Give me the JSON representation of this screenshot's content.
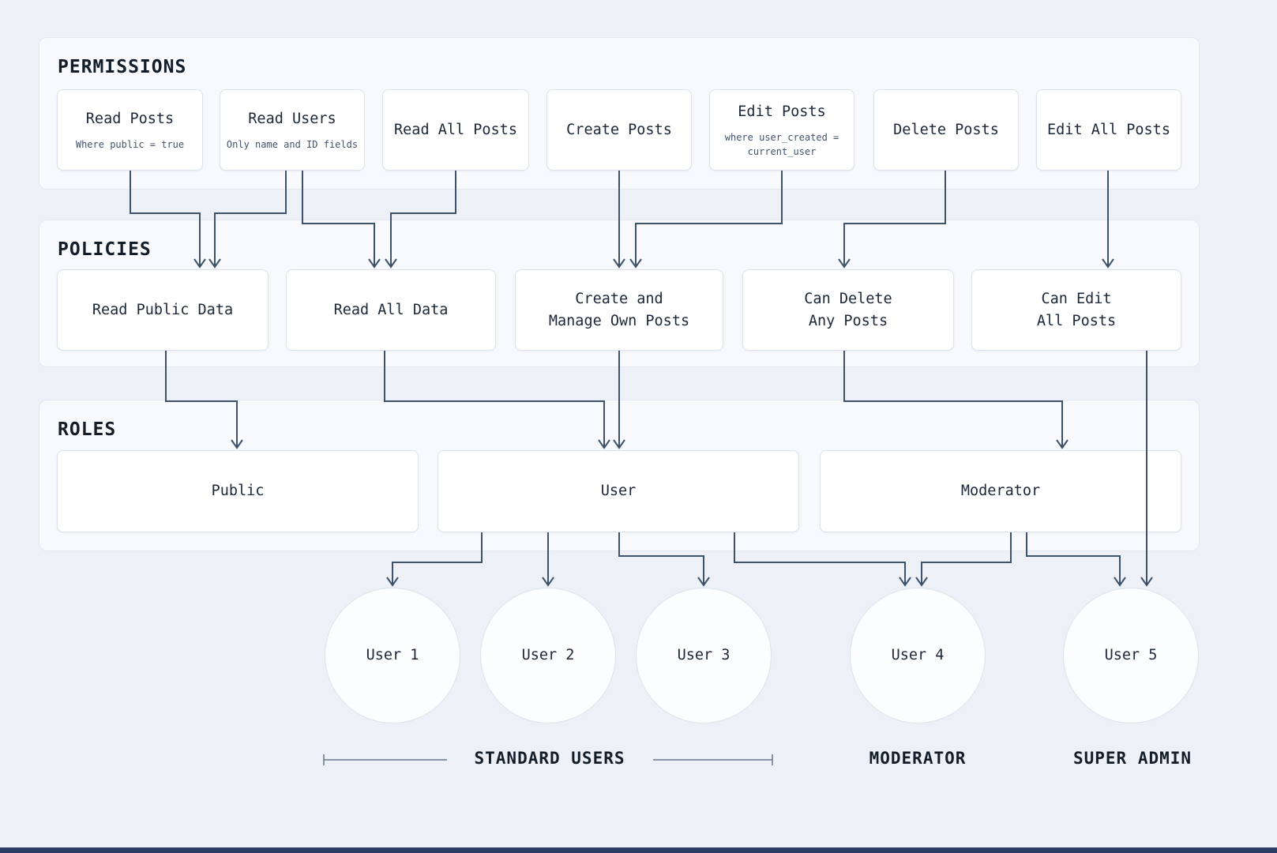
{
  "titles": {
    "permissions": "PERMISSIONS",
    "policies": "POLICIES",
    "roles": "ROLES"
  },
  "permissions": [
    {
      "label": "Read Posts",
      "note": "Where public = true"
    },
    {
      "label": "Read Users",
      "note": "Only name and ID fields"
    },
    {
      "label": "Read All Posts"
    },
    {
      "label": "Create Posts"
    },
    {
      "label": "Edit Posts",
      "note": "where user_created =\ncurrent_user"
    },
    {
      "label": "Delete Posts"
    },
    {
      "label": "Edit All Posts"
    }
  ],
  "policies": [
    {
      "label": "Read Public Data"
    },
    {
      "label": "Read All Data"
    },
    {
      "label": "Create and\nManage Own Posts"
    },
    {
      "label": "Can Delete\nAny Posts"
    },
    {
      "label": "Can Edit\nAll Posts"
    }
  ],
  "roles": [
    {
      "label": "Public"
    },
    {
      "label": "User"
    },
    {
      "label": "Moderator"
    }
  ],
  "users": [
    {
      "label": "User 1"
    },
    {
      "label": "User 2"
    },
    {
      "label": "User 3"
    },
    {
      "label": "User 4"
    },
    {
      "label": "User 5"
    }
  ],
  "groups": [
    {
      "label": "STANDARD USERS"
    },
    {
      "label": "MODERATOR"
    },
    {
      "label": "SUPER ADMIN"
    }
  ],
  "edges": [
    {
      "from": "Read Posts",
      "to": "Read Public Data"
    },
    {
      "from": "Read Users",
      "to": "Read Public Data"
    },
    {
      "from": "Read Users",
      "to": "Read All Data"
    },
    {
      "from": "Read All Posts",
      "to": "Read All Data"
    },
    {
      "from": "Create Posts",
      "to": "Create and Manage Own Posts"
    },
    {
      "from": "Edit Posts",
      "to": "Create and Manage Own Posts"
    },
    {
      "from": "Delete Posts",
      "to": "Can Delete Any Posts"
    },
    {
      "from": "Edit All Posts",
      "to": "Can Edit All Posts"
    },
    {
      "from": "Read Public Data",
      "to": "Public"
    },
    {
      "from": "Read All Data",
      "to": "User"
    },
    {
      "from": "Create and Manage Own Posts",
      "to": "User"
    },
    {
      "from": "Can Delete Any Posts",
      "to": "Moderator"
    },
    {
      "from": "Can Edit All Posts",
      "to": "User 5"
    },
    {
      "from": "User",
      "to": "User 1"
    },
    {
      "from": "User",
      "to": "User 2"
    },
    {
      "from": "User",
      "to": "User 3"
    },
    {
      "from": "User",
      "to": "User 4"
    },
    {
      "from": "Moderator",
      "to": "User 4"
    },
    {
      "from": "Moderator",
      "to": "User 5"
    }
  ],
  "colors": {
    "background": "#EDF1F7",
    "panel": "#F7F9FC",
    "panel_border": "#E3E8F0",
    "node_background": "#FFFFFF",
    "node_border": "#DCE3EB",
    "arrow": "#3D5268",
    "heading_text": "#131D2A",
    "note_text": "#44536A",
    "bottom_bar": "#2E3D68"
  }
}
